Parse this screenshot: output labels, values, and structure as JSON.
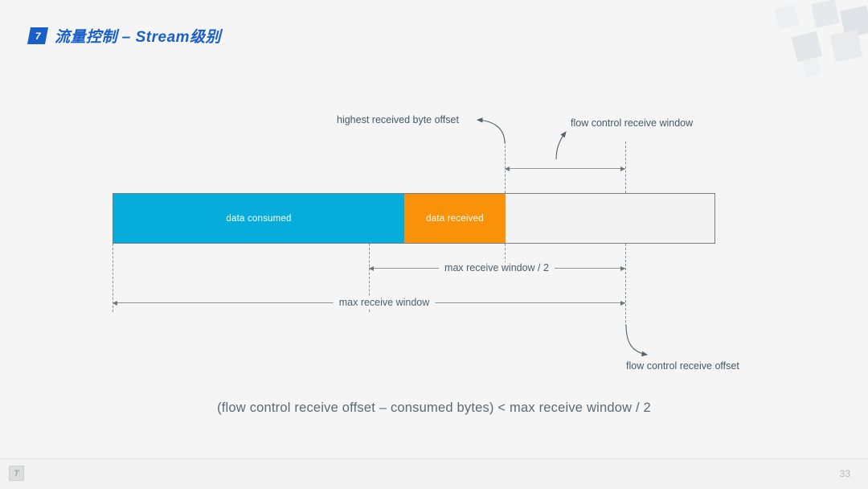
{
  "slide": {
    "background_color": "#f4f5f4",
    "header": {
      "badge_number": "7",
      "badge_color": "#1a5fc8",
      "title": "流量控制 – Stream级别",
      "title_color": "#1a5fc8"
    },
    "footer": {
      "logo_glyph": "T",
      "page_number": "33"
    }
  },
  "diagram": {
    "bar": {
      "segments": [
        {
          "name": "data-consumed",
          "label": "data consumed",
          "color": "#06ADDC"
        },
        {
          "name": "data-received",
          "label": "data received",
          "color": "#F99208"
        },
        {
          "name": "available-window",
          "label": "",
          "color": "#f1f2f1"
        }
      ],
      "border_color": "#7b7f82"
    },
    "annotations": [
      {
        "name": "highest-received-byte-offset",
        "text": "highest received byte offset"
      },
      {
        "name": "flow-control-receive-window",
        "text": "flow control receive window"
      },
      {
        "name": "flow-control-receive-offset",
        "text": "flow control receive offset"
      }
    ],
    "measures": [
      {
        "name": "flow-control-receive-window-measure",
        "label": "flow control receive window"
      },
      {
        "name": "max-receive-window-half",
        "label": "max receive window / 2"
      },
      {
        "name": "max-receive-window",
        "label": "max receive window"
      }
    ],
    "formula": "(flow control receive offset – consumed bytes) < max receive window / 2"
  }
}
